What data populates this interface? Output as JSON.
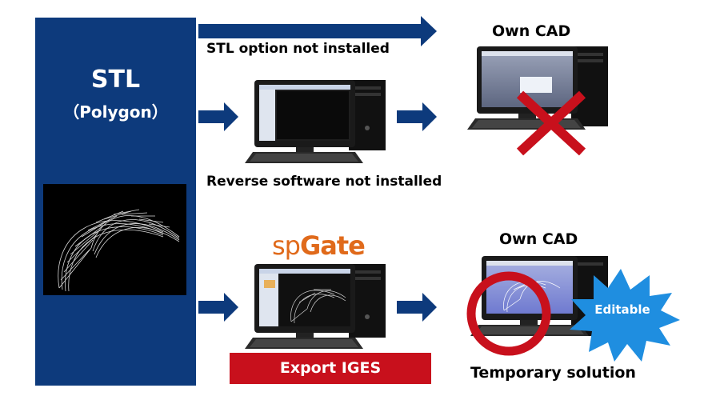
{
  "stl_panel": {
    "title": "STL",
    "subtitle": "（Polygon）"
  },
  "route_no_stl_option": {
    "caption": "STL option not installed"
  },
  "route_reverse": {
    "caption": "Reverse software not installed"
  },
  "top_destination": {
    "label": "Own CAD",
    "status": "not-possible"
  },
  "spgate": {
    "logo_prefix": "sp",
    "logo_suffix": "Gate",
    "action": "Export IGES"
  },
  "bottom_destination": {
    "label": "Own CAD",
    "badge": "Editable",
    "caption": "Temporary solution"
  },
  "colors": {
    "panel_blue": "#0d3a7c",
    "arrow_blue": "#0d3a7c",
    "cross_red": "#c8101c",
    "circle_red": "#c8101c",
    "badge_blue": "#1f8ee0",
    "spgate_orange": "#e06a1b"
  }
}
